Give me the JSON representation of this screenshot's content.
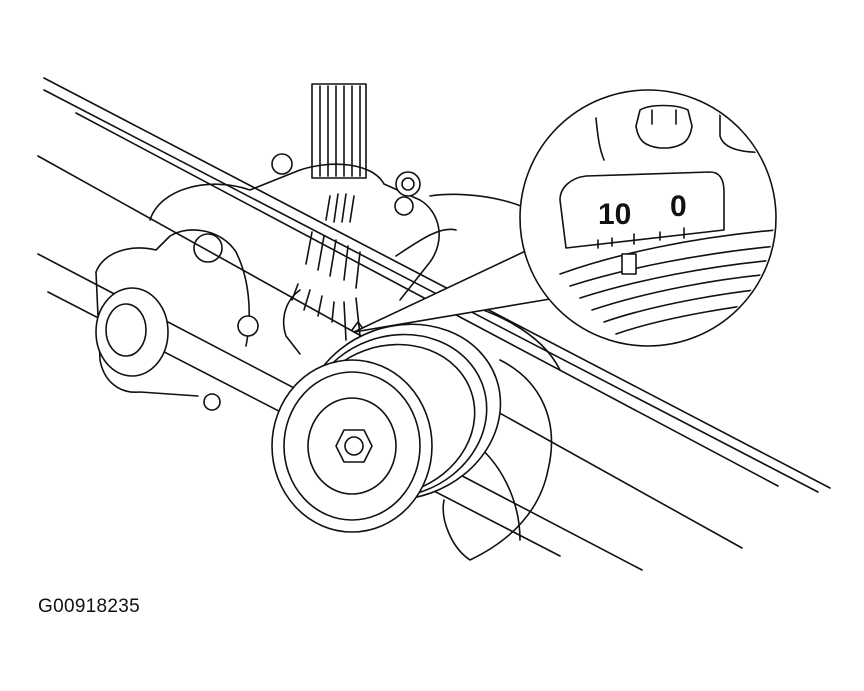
{
  "figure": {
    "id_label": "G00918235"
  },
  "timing_scale": {
    "labels": [
      "10",
      "0"
    ]
  },
  "colors": {
    "ink": "#111111",
    "background": "#ffffff"
  }
}
